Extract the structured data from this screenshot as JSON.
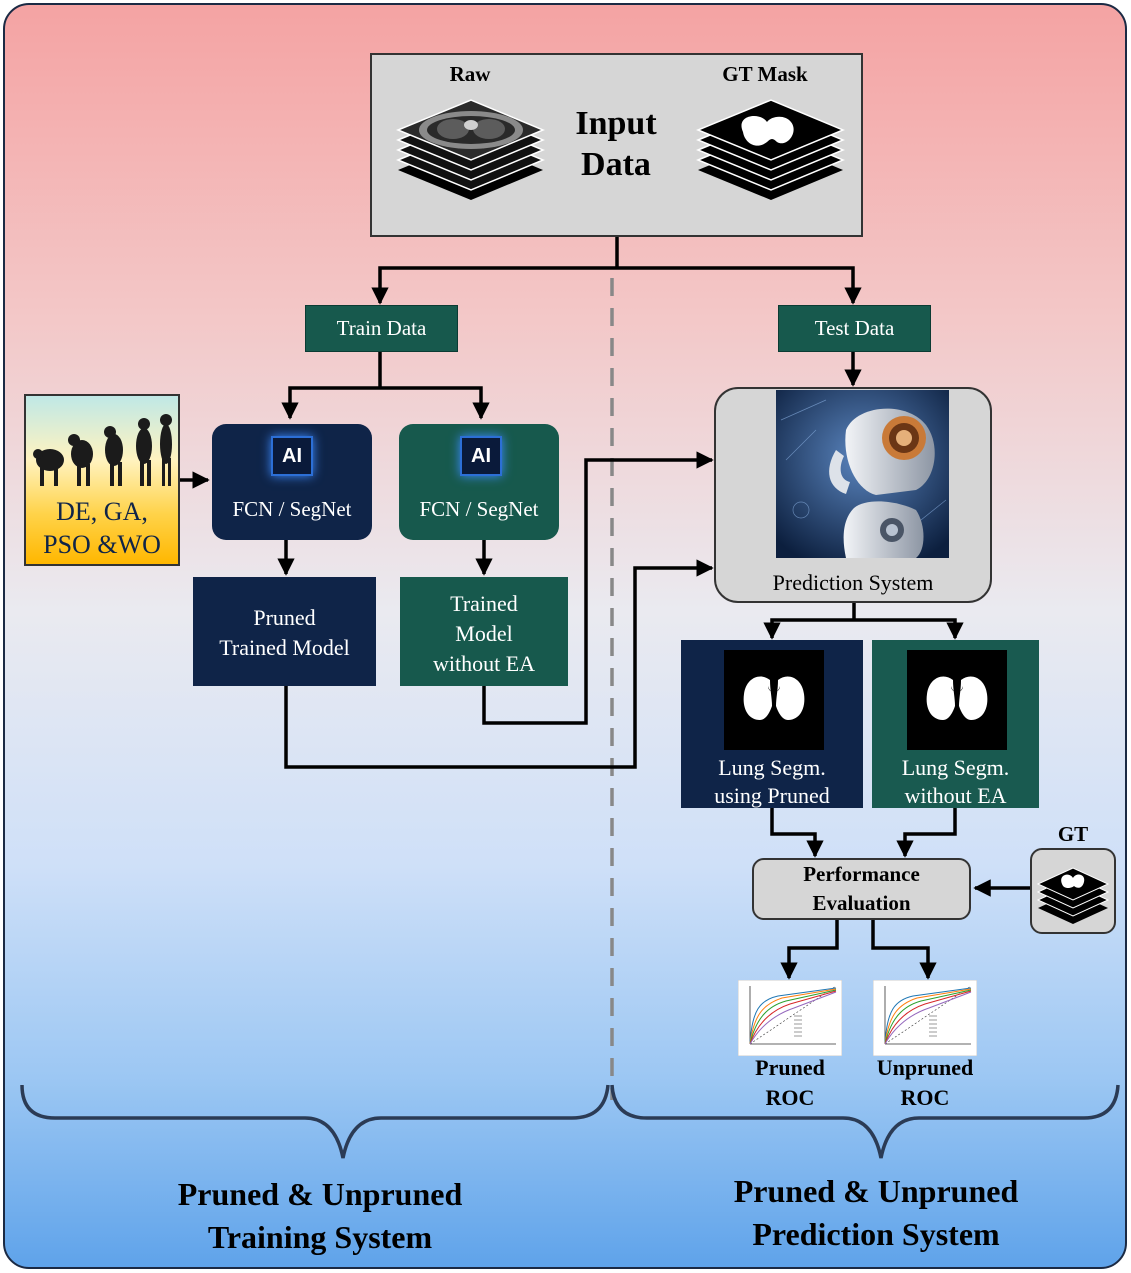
{
  "input": {
    "raw_label": "Raw",
    "mask_label": "GT Mask",
    "title_line1": "Input",
    "title_line2": "Data"
  },
  "train_data": "Train Data",
  "test_data": "Test Data",
  "evolution": {
    "line1": "DE, GA,",
    "line2": "PSO &WO"
  },
  "fcn_pruned": {
    "chip": "AI",
    "label": "FCN / SegNet"
  },
  "fcn_plain": {
    "chip": "AI",
    "label": "FCN / SegNet"
  },
  "pruned_model": {
    "line1": "Pruned",
    "line2": "Trained Model"
  },
  "plain_model": {
    "line1": "Trained",
    "line2": "Model",
    "line3": "without EA"
  },
  "prediction": "Prediction System",
  "seg_pruned": {
    "line1": "Lung Segm.",
    "line2": "using Pruned"
  },
  "seg_plain": {
    "line1": "Lung Segm.",
    "line2": "without EA"
  },
  "gt_label": "GT",
  "performance": {
    "line1": "Performance",
    "line2": "Evaluation"
  },
  "roc_pruned": {
    "line1": "Pruned",
    "line2": "ROC"
  },
  "roc_unpruned": {
    "line1": "Unpruned",
    "line2": "ROC"
  },
  "footer_left": {
    "line1": "Pruned & Unpruned",
    "line2": "Training System"
  },
  "footer_right": {
    "line1": "Pruned & Unpruned",
    "line2": "Prediction System"
  },
  "colors": {
    "navy": "#0f2448",
    "green": "#17594d",
    "arrow": "#000000",
    "panel": "#d9d9d9"
  }
}
